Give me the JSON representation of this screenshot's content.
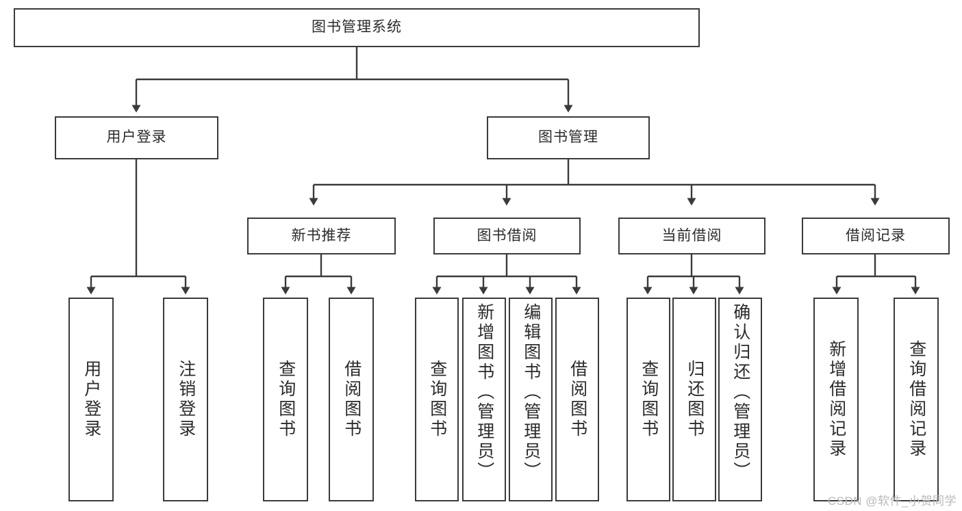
{
  "diagram": {
    "title_node": {
      "label": "图书管理系统"
    },
    "level2": [
      {
        "key": "user_login",
        "label": "用户登录"
      },
      {
        "key": "book_manage",
        "label": "图书管理"
      }
    ],
    "level3": [
      {
        "key": "new_book_rec",
        "label": "新书推荐"
      },
      {
        "key": "book_borrow",
        "label": "图书借阅"
      },
      {
        "key": "current_borrow",
        "label": "当前借阅"
      },
      {
        "key": "borrow_record",
        "label": "借阅记录"
      }
    ],
    "leaves": {
      "user_login": [
        {
          "label": "用户登录"
        },
        {
          "label": "注销登录"
        }
      ],
      "new_book_rec": [
        {
          "label": "查询图书"
        },
        {
          "label": "借阅图书"
        }
      ],
      "book_borrow": [
        {
          "label": "查询图书"
        },
        {
          "label": "新增图书（管理员）"
        },
        {
          "label": "编辑图书（管理员）"
        },
        {
          "label": "借阅图书"
        }
      ],
      "current_borrow": [
        {
          "label": "查询图书"
        },
        {
          "label": "归还图书"
        },
        {
          "label": "确认归还（管理员）"
        }
      ],
      "borrow_record": [
        {
          "label": "新增借阅记录"
        },
        {
          "label": "查询借阅记录"
        }
      ]
    }
  },
  "watermark": {
    "text": "CSDN @软件_小贺同学"
  },
  "colors": {
    "stroke": "#3a3a3a",
    "fill": "#ffffff",
    "text": "#2b2b2b",
    "watermark": "#b9b9b9"
  }
}
